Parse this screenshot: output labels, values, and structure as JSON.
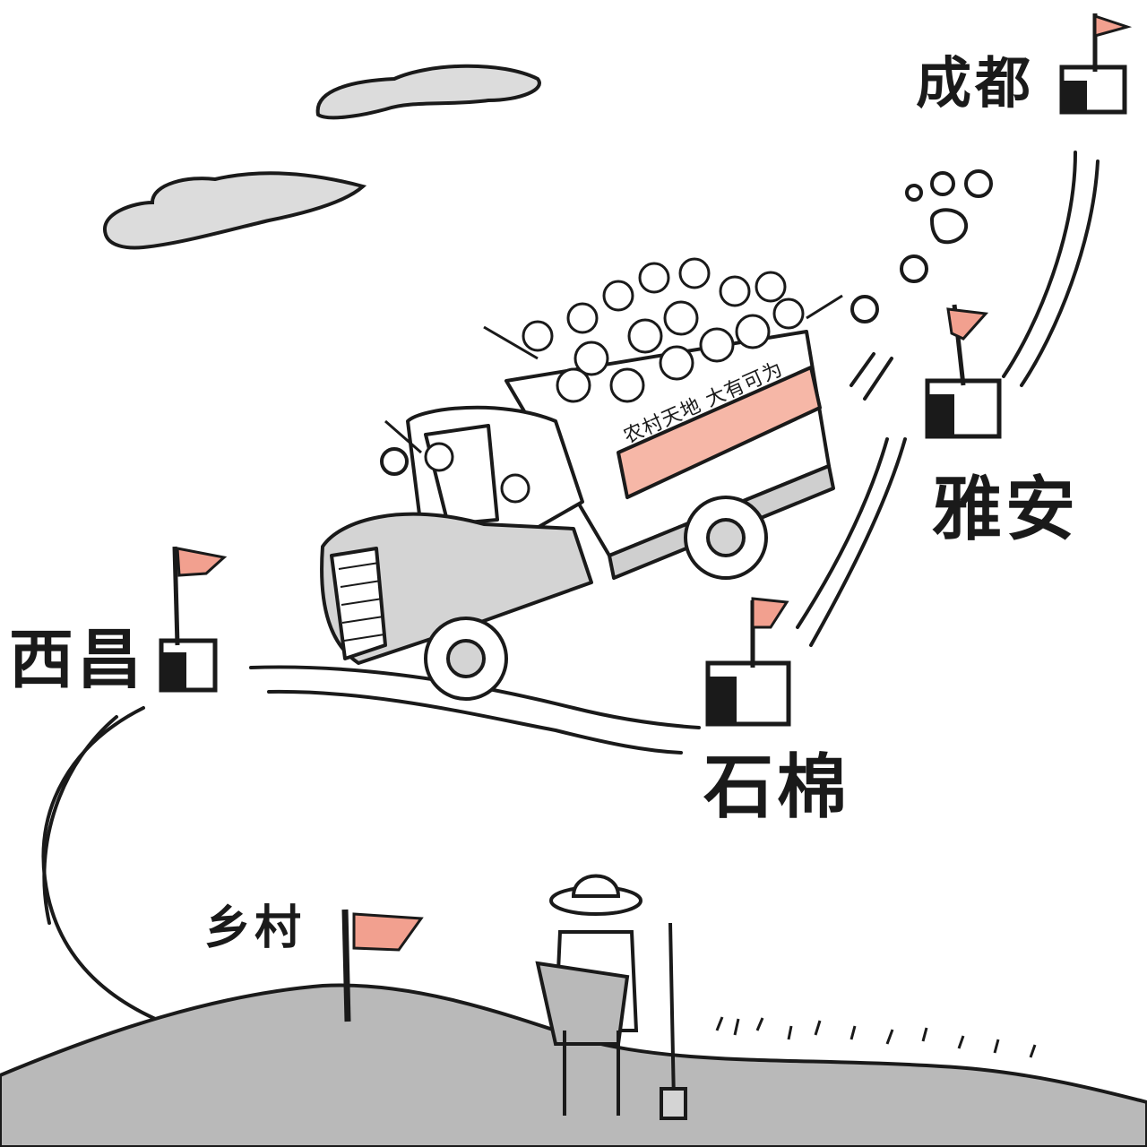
{
  "places": {
    "chengdu": "成都",
    "yaan": "雅安",
    "shimian": "石棉",
    "xichang": "西昌",
    "xiangcun": "乡村"
  },
  "truck": {
    "banner_text": "农村天地 大有可为"
  },
  "colors": {
    "flag": "#f2a08f",
    "banner": "#f6b7a7",
    "ink": "#1a1a1a",
    "wash": "#b9b9b9"
  }
}
